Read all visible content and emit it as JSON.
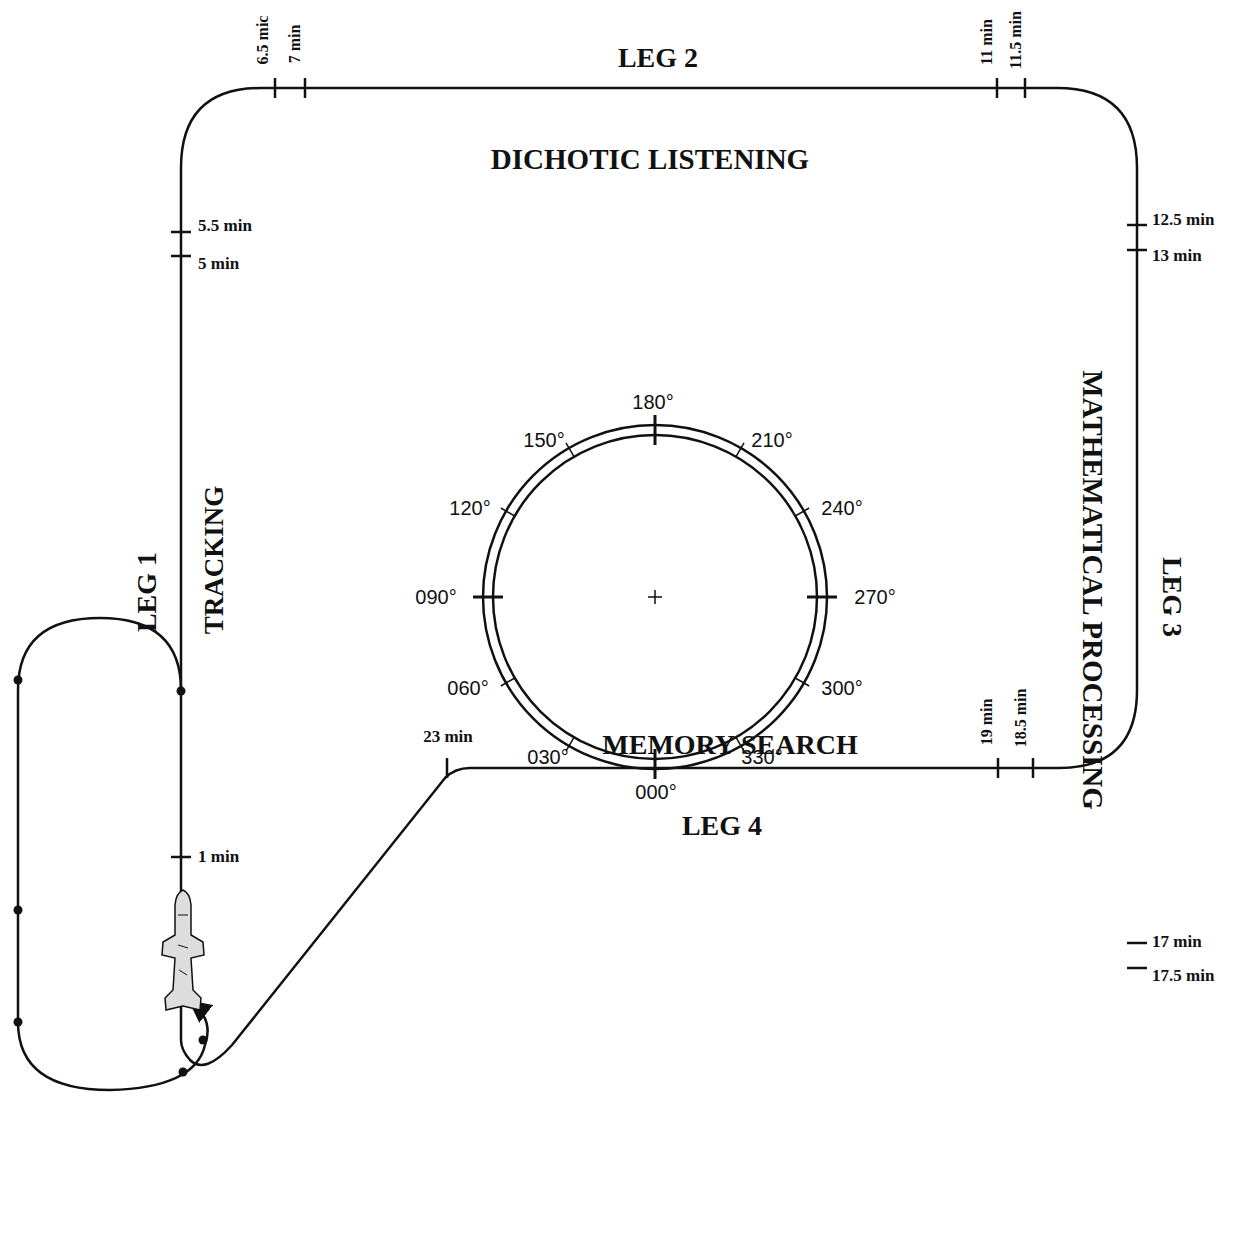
{
  "diagram": {
    "labels": [
      "LEG 1",
      "TRACKING",
      "LEG 2",
      "DICHOTIC LISTENING",
      "LEG 3",
      "MATHEMATICAL PROCESSING",
      "LEG 4",
      "MEMORY SEARCH",
      "1 min",
      "5 min",
      "5.5 min",
      "6.5 mic",
      "7 min",
      "11 min",
      "11.5 min",
      "12.5 min",
      "13 min",
      "17 min",
      "17.5 min",
      "18.5 min",
      "19 min",
      "23 min",
      "180°",
      "210°",
      "240°",
      "270°",
      "300°",
      "330°",
      "000°",
      "030°",
      "060°",
      "090°",
      "120°",
      "150°"
    ]
  }
}
